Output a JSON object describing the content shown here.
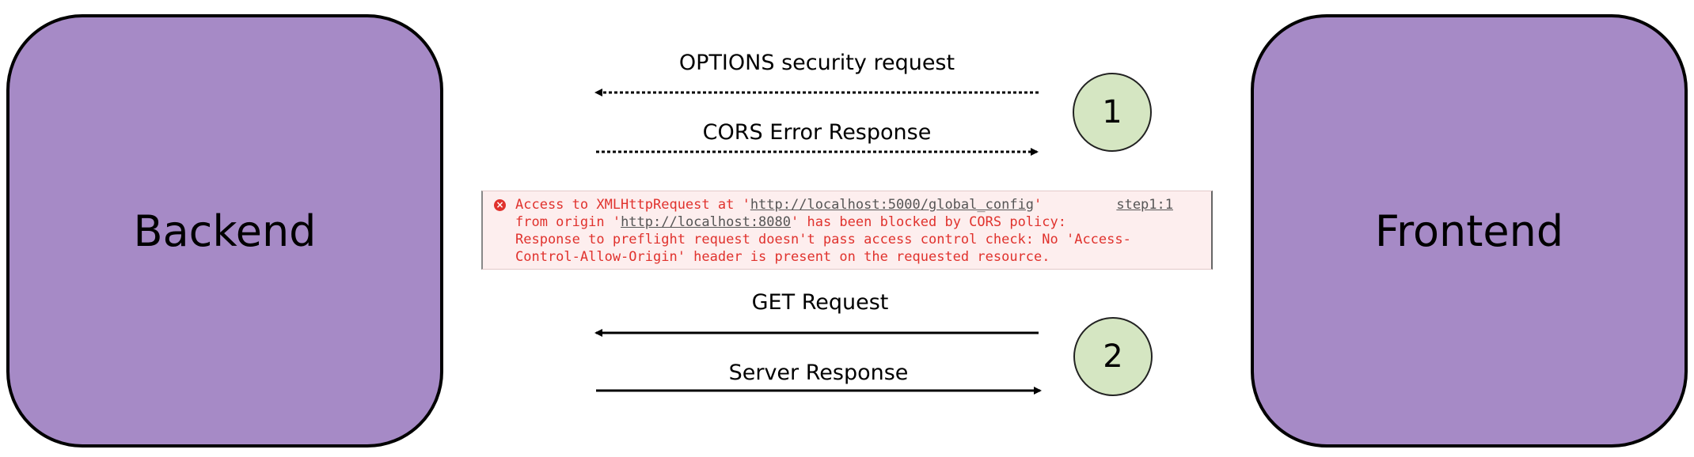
{
  "nodes": {
    "backend": "Backend",
    "frontend": "Frontend"
  },
  "steps": {
    "step1": "1",
    "step2": "2"
  },
  "arrows": {
    "options": "OPTIONS security request",
    "cors_error": "CORS Error Response",
    "get": "GET Request",
    "server": "Server Response"
  },
  "error": {
    "l1_pre": "Access to XMLHttpRequest at '",
    "l1_link": "http://localhost:5000/global_config",
    "l1_post": "'",
    "l2_pre": "from origin '",
    "l2_link": "http://localhost:8080",
    "l2_post": "' has been blocked by CORS policy:",
    "l3": "Response to preflight request doesn't pass access control check: No 'Access-",
    "l4": "Control-Allow-Origin' header is present on the requested resource.",
    "source": "step1:1"
  },
  "colors": {
    "node_fill": "#a68ac6",
    "step_fill": "#d5e6c2",
    "error_text": "#e0322d",
    "error_bg": "#fdeeee"
  }
}
